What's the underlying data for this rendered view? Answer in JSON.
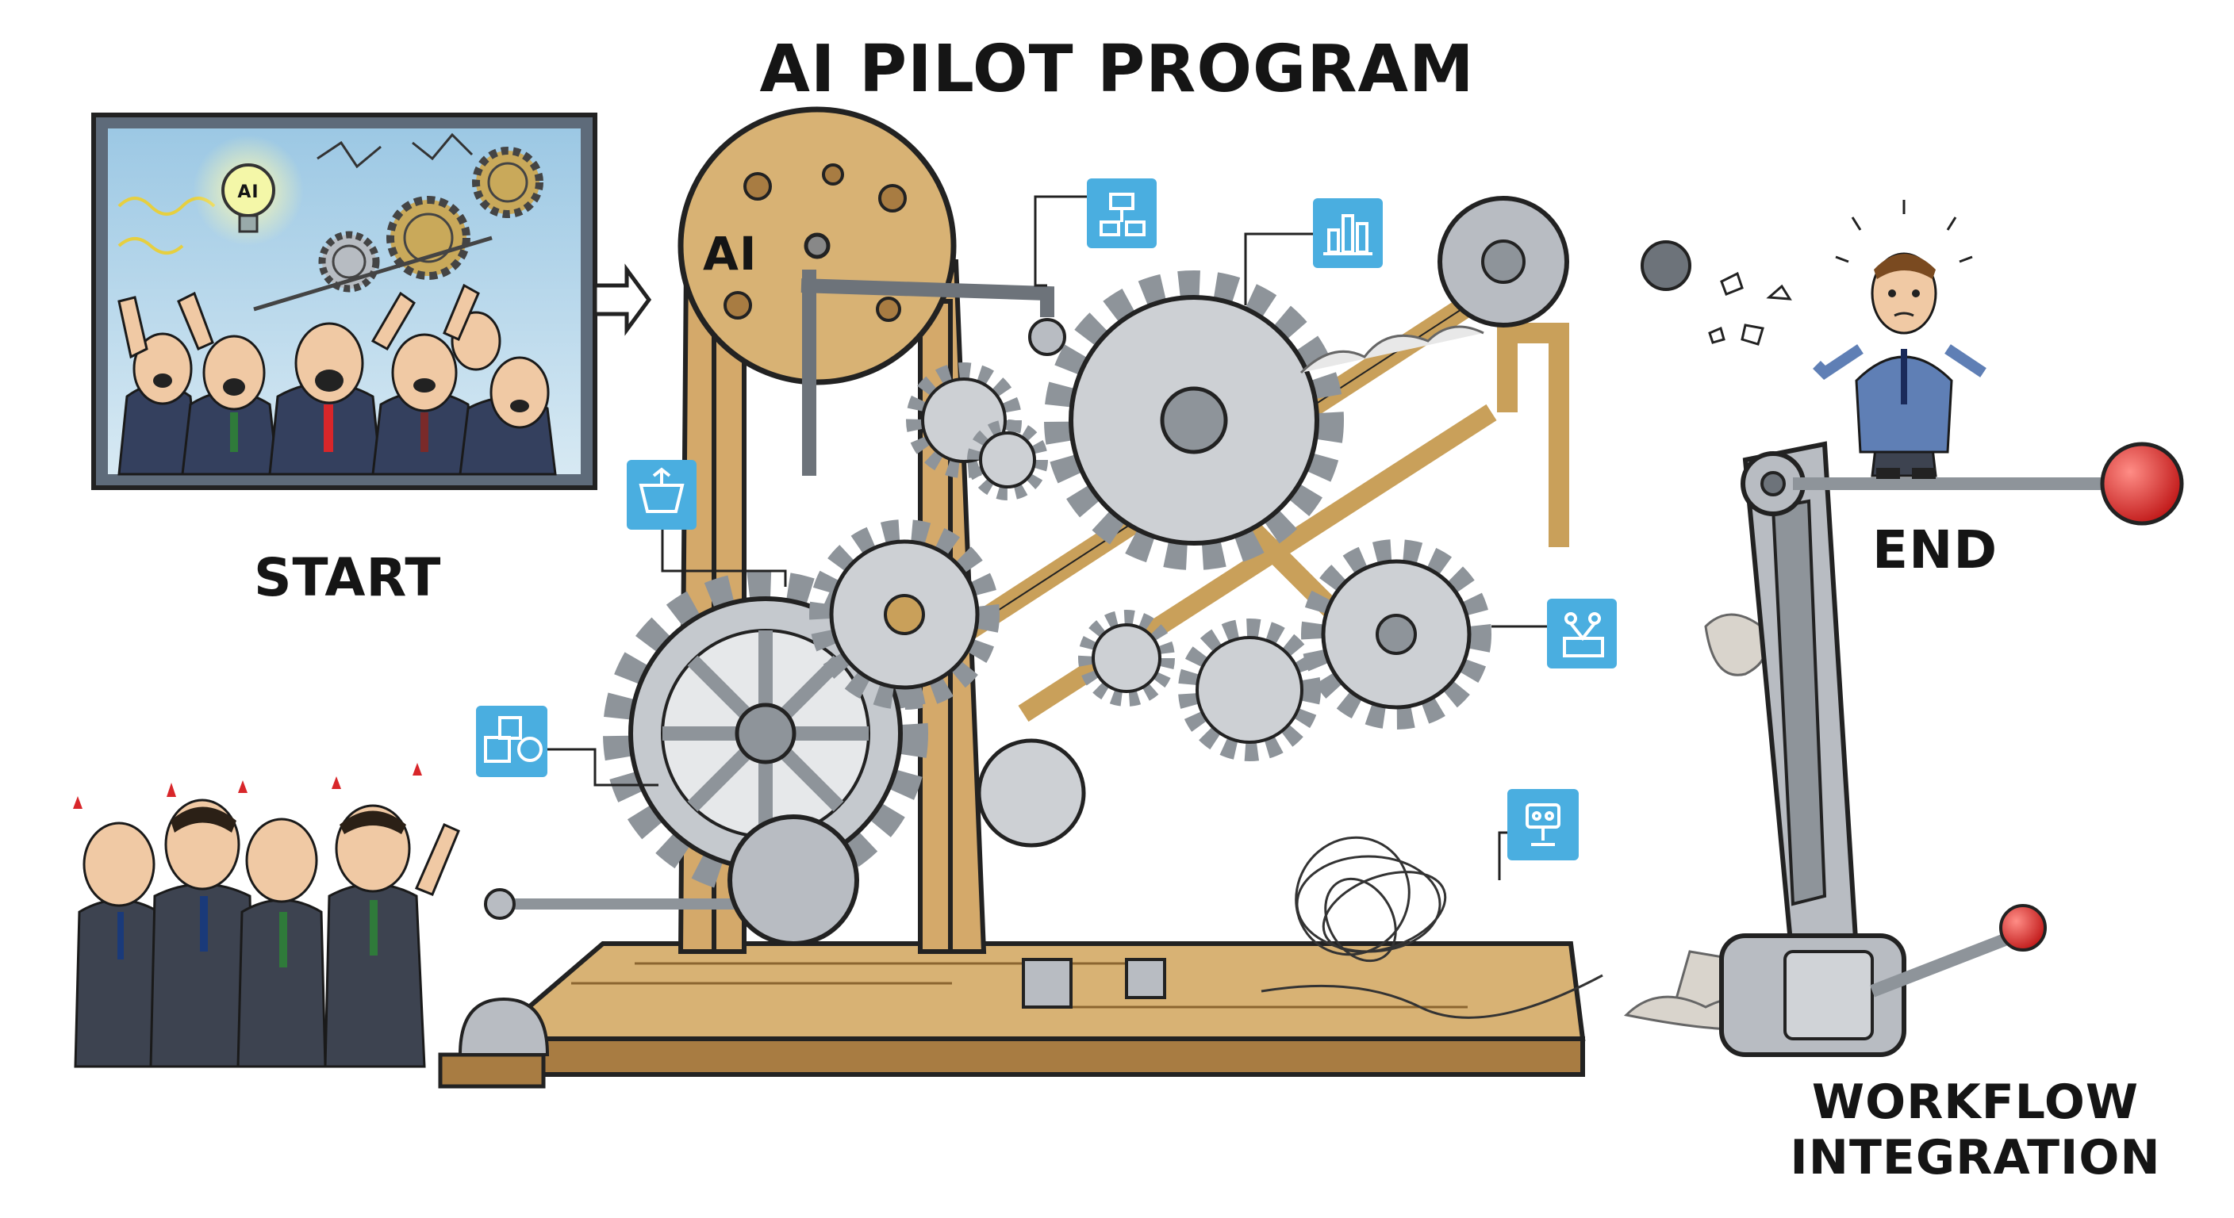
{
  "title": "AI PILOT PROGRAM",
  "labels": {
    "start": "START",
    "end": "END",
    "workflow_line1": "WORKFLOW",
    "workflow_line2": "INTEGRATION",
    "ai_wheel": "AI",
    "bulb": "AI"
  },
  "colors": {
    "wood": "#d4a96a",
    "wood_dark": "#a87c42",
    "metal": "#b8bcc2",
    "metal_dark": "#7f858c",
    "icon_blue": "#4aaee0",
    "sky": "#a9cfe6",
    "suit": "#2e3a55",
    "knob_red": "#d8262a"
  },
  "icons": [
    "hierarchy-icon",
    "bar-chart-icon",
    "cart-icon",
    "network-icon",
    "shapes-icon",
    "robot-icon"
  ]
}
